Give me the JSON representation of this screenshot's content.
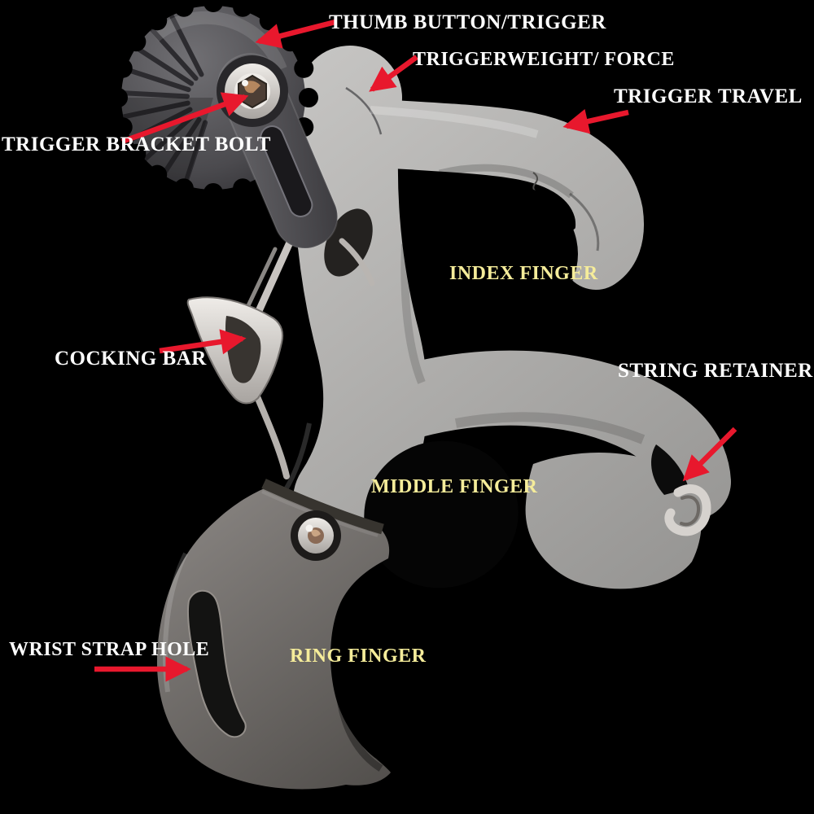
{
  "diagram": {
    "subject": "Three-finger thumb button archery release aid, annotated",
    "background_color": "#000000",
    "label_white_color": "#ffffff",
    "label_yellow_color": "#f5ec9a",
    "arrow_color": "#e8182d",
    "labels": [
      {
        "id": "thumb-button",
        "text": "THUMB BUTTON/TRIGGER",
        "color": "white",
        "has_arrow": true
      },
      {
        "id": "trigger-weight",
        "text": "TRIGGERWEIGHT/ FORCE",
        "color": "white",
        "has_arrow": true
      },
      {
        "id": "trigger-travel",
        "text": "TRIGGER TRAVEL",
        "color": "white",
        "has_arrow": true
      },
      {
        "id": "trigger-bracket-bolt",
        "text": "TRIGGER BRACKET BOLT",
        "color": "white",
        "has_arrow": true
      },
      {
        "id": "index-finger",
        "text": "INDEX FINGER",
        "color": "yellow",
        "has_arrow": false
      },
      {
        "id": "cocking-bar",
        "text": "COCKING BAR",
        "color": "white",
        "has_arrow": true
      },
      {
        "id": "string-retainer",
        "text": "STRING RETAINER",
        "color": "white",
        "has_arrow": true
      },
      {
        "id": "middle-finger",
        "text": "MIDDLE FINGER",
        "color": "yellow",
        "has_arrow": false
      },
      {
        "id": "wrist-strap-hole",
        "text": "WRIST STRAP HOLE",
        "color": "white",
        "has_arrow": true
      },
      {
        "id": "ring-finger",
        "text": "RING FINGER",
        "color": "yellow",
        "has_arrow": false
      }
    ]
  }
}
